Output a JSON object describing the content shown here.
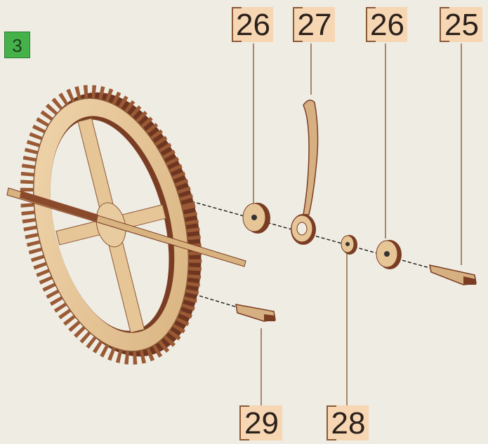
{
  "step": {
    "number": "3"
  },
  "labels": {
    "top": [
      "26",
      "27",
      "26",
      "25"
    ],
    "bottom": [
      "29",
      "28"
    ]
  },
  "colors": {
    "background": "#efece3",
    "wood_light": "#e8c89c",
    "wood_dark": "#7a3d24",
    "label_fill": "#f6d6b3",
    "step_badge": "#44b249"
  }
}
